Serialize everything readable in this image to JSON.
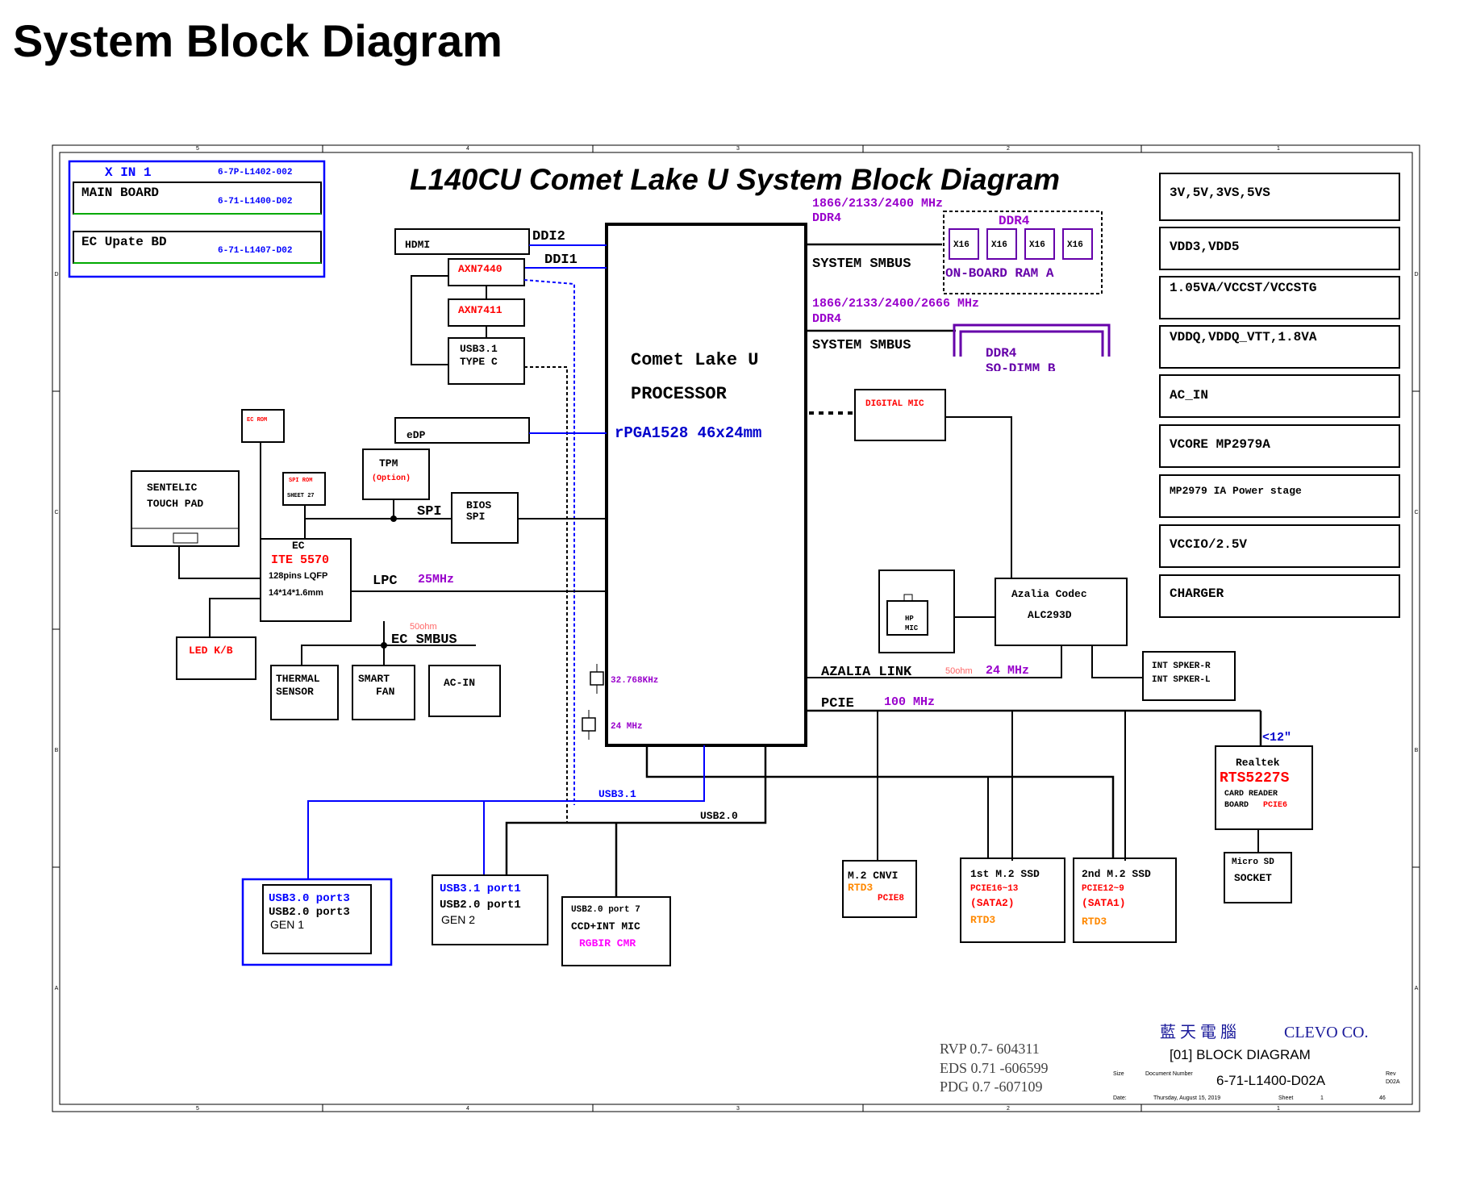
{
  "page": {
    "title": "System Block Diagram"
  },
  "diagram": {
    "title": "L140CU Comet Lake U System Block Diagram",
    "xin1": {
      "title": "X IN 1",
      "title_code": "6-7P-L1402-002",
      "main_board": "MAIN BOARD",
      "main_board_code": "6-71-L1400-D02",
      "ec_board": "EC Upate BD",
      "ec_board_code": "6-71-L1407-D02"
    },
    "cpu": {
      "name": "Comet Lake U",
      "sub": "PROCESSOR",
      "pkg": "rPGA1528  46x24mm"
    },
    "mem": {
      "freq1": "1866/2133/2400 MHz",
      "ddr1": "DDR4",
      "smbus1": "SYSTEM SMBUS",
      "ddr4_onboard": "DDR4",
      "chips": [
        "X16",
        "X16",
        "X16",
        "X16"
      ],
      "onboard_label": "ON-BOARD RAM A",
      "freq2": "1866/2133/2400/2666 MHz",
      "ddr2": "DDR4",
      "smbus2": "SYSTEM SMBUS",
      "sodimm_1": "DDR4",
      "sodimm_2": "SO-DIMM B"
    },
    "video": {
      "hdmi": "HDMI",
      "ddi2": "DDI2",
      "ddi1": "DDI1",
      "axn7440": "AXN7440",
      "axn7411": "AXN7411",
      "typec_1": "USB3.1",
      "typec_2": "TYPE C",
      "edp": "eDP"
    },
    "ec": {
      "ec_rom": "EC ROM",
      "spi_rom": "SPI ROM",
      "spi_rom_sheet": "SHEET 27",
      "touchpad_1": "SENTELIC",
      "touchpad_2": "TOUCH PAD",
      "tpm": "TPM",
      "tpm_opt": "(Option)",
      "spi": "SPI",
      "bios_1": "BIOS",
      "bios_2": "SPI",
      "ec_label": "EC",
      "ite": "ITE 5570",
      "pins": "128pins  LQFP",
      "size": "14*14*1.6mm",
      "lpc": "LPC",
      "lpc_freq": "25MHz",
      "led_kb": "LED K/B",
      "ohm": "50ohm",
      "ec_smbus": "EC SMBUS",
      "thermal_1": "THERMAL",
      "thermal_2": "SENSOR",
      "fan_1": "SMART",
      "fan_2": "FAN",
      "acin": "AC-IN"
    },
    "audio": {
      "dmic": "DIGITAL MIC",
      "hp_1": "HP",
      "hp_2": "MIC",
      "codec_1": "Azalia  Codec",
      "codec_2": "ALC293D",
      "azalia": "AZALIA  LINK",
      "azalia_ohm": "50ohm",
      "azalia_freq": "24 MHz",
      "spk_r": "INT  SPKER-R",
      "spk_l": "INT  SPKER-L"
    },
    "pcie": {
      "label": "PCIE",
      "freq": "100 MHz",
      "len": "<12\"",
      "rt_1": "Realtek",
      "rt_2": "RTS5227S",
      "rt_3": "CARD  READER",
      "rt_4": "BOARD",
      "rt_5": "PCIE6",
      "sd_1": "Micro SD",
      "sd_2": "SOCKET",
      "cnvi_1": "M.2 CNVI",
      "cnvi_2": "RTD3",
      "cnvi_3": "PCIE8",
      "ssd1_1": "1st  M.2 SSD",
      "ssd1_2": "PCIE16~13",
      "ssd1_3": "(SATA2)",
      "ssd1_4": "RTD3",
      "ssd2_1": "2nd  M.2 SSD",
      "ssd2_2": "PCIE12~9",
      "ssd2_3": "(SATA1)",
      "ssd2_4": "RTD3"
    },
    "xtal": {
      "x1": "32.768KHz",
      "x2": "24 MHz"
    },
    "usb": {
      "usb31": "USB3.1",
      "usb20": "USB2.0",
      "p3_1": "USB3.0  port3",
      "p3_2": "USB2.0  port3",
      "p3_3": "GEN 1",
      "p1_1": "USB3.1  port1",
      "p1_2": "USB2.0  port1",
      "p1_3": "GEN 2",
      "p7_1": "USB2.0  port  7",
      "p7_2": "CCD+INT  MIC",
      "p7_3": "RGBIR  CMR"
    },
    "power": [
      "3V,5V,3VS,5VS",
      "VDD3,VDD5",
      "1.05VA/VCCST/VCCSTG",
      "VDDQ,VDDQ_VTT,1.8VA",
      "AC_IN",
      "VCORE  MP2979A",
      "MP2979 IA Power stage",
      "VCCIO/2.5V",
      "CHARGER"
    ],
    "title_block": {
      "rvp": "RVP 0.7- 604311",
      "eds": "EDS 0.71 -606599",
      "pdg": "PDG 0.7 -607109",
      "company_cn": "藍 天 電 腦",
      "company": "CLEVO CO.",
      "sheet_title": "[01] BLOCK DIAGRAM",
      "size_lbl": "Size",
      "doc_lbl": "Document  Number",
      "doc_no": "6-71-L1400-D02A",
      "rev_lbl": "Rev",
      "rev": "D02A",
      "date_lbl": "Date:",
      "date": "Thursday, August 15, 2019",
      "sheet_lbl": "Sheet",
      "sheet": "1",
      "of": "46"
    },
    "border": {
      "cols": [
        "5",
        "4",
        "3",
        "2",
        "1"
      ],
      "rows": [
        "D",
        "C",
        "B",
        "A"
      ]
    },
    "colors": {
      "line": "#000000",
      "blue": "#0000ff",
      "purple": "#9900cc",
      "red": "#ff0000",
      "orange": "#ff8800",
      "navy": "#1a1a9a",
      "magenta": "#ff00ff"
    }
  }
}
